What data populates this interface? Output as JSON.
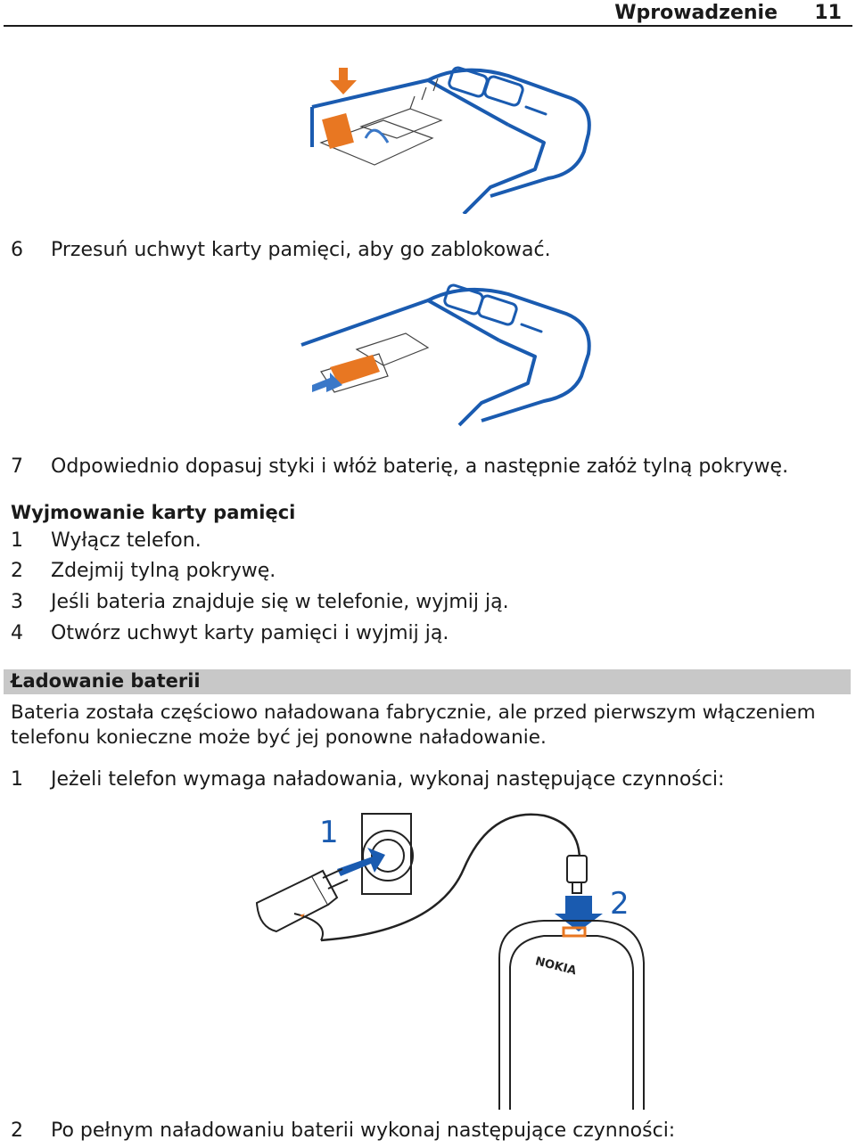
{
  "header": {
    "title": "Wprowadzenie",
    "page": "11"
  },
  "steps_insert": [
    {
      "num": "6",
      "text": "Przesuń uchwyt karty pamięci, aby go zablokować."
    },
    {
      "num": "7",
      "text": "Odpowiednio dopasuj styki i włóż baterię, a następnie załóż tylną pokrywę."
    }
  ],
  "remove_section": {
    "heading": "Wyjmowanie karty pamięci",
    "steps": [
      {
        "num": "1",
        "text": "Wyłącz telefon."
      },
      {
        "num": "2",
        "text": "Zdejmij tylną pokrywę."
      },
      {
        "num": "3",
        "text": "Jeśli bateria znajduje się w telefonie, wyjmij ją."
      },
      {
        "num": "4",
        "text": "Otwórz uchwyt karty pamięci i wyjmij ją."
      }
    ]
  },
  "charging_section": {
    "heading": "Ładowanie baterii",
    "paragraph": "Bateria została częściowo naładowana fabrycznie, ale przed pierwszym włączeniem telefonu konieczne może być jej ponowne naładowanie.",
    "steps": [
      {
        "num": "1",
        "text": "Jeżeli telefon wymaga naładowania, wykonaj następujące czynności:"
      },
      {
        "num": "2",
        "text": "Po pełnym naładowaniu baterii wykonaj następujące czynności:"
      }
    ],
    "illustration": {
      "label_1": "1",
      "label_2": "2",
      "brand": "NOKIA"
    }
  },
  "colors": {
    "line_blue": "#1a5bb0",
    "accent_orange": "#e87722",
    "band_gray": "#c8c8c8"
  }
}
